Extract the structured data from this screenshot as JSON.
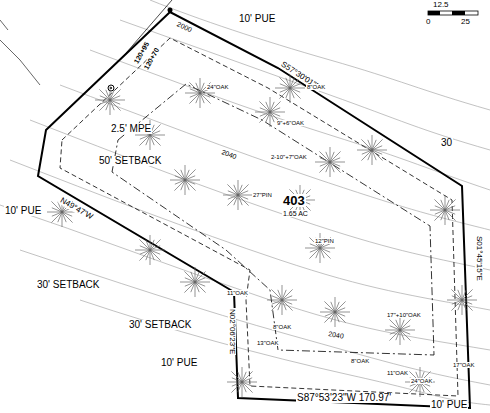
{
  "diagram": {
    "labels": [
      "12.5",
      "0",
      "25",
      "10' PUE",
      "2000",
      "120+95",
      "120+70",
      "S57°30'01\"E",
      "24\"OAK",
      "2.5' MPE",
      "50' SETBACK",
      "8\"OAK",
      "9\"+6\"OAK",
      "2-10\"+7\"OAK",
      "403",
      "1.65 AC",
      "30",
      "10' PUE",
      "N49°47'W",
      "12\"PIN",
      "27\"PIN",
      "30' SETBACK",
      "30' SETBACK",
      "10' PUE",
      "N02°06'23\"E",
      "11\"OAK",
      "8\"OAK",
      "13\"OAK",
      "2040",
      "17\"+10\"OAK",
      "8\"OAK",
      "11\"OAK",
      "24\"OAK",
      "17\"OAK",
      "S87°53'23\"W 170.97'",
      "10' PUE",
      "S01°45'15\"E",
      "2040"
    ]
  }
}
